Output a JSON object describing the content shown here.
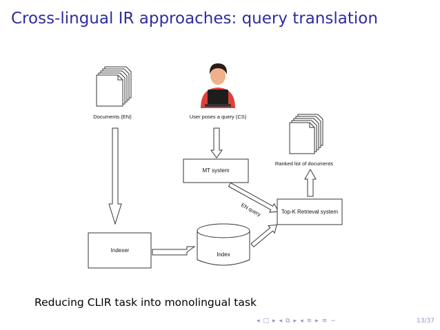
{
  "slide": {
    "title": "Cross-lingual IR approaches: query translation",
    "caption": "Reducing CLIR task into monolingual task",
    "page": "13/37"
  },
  "diagram": {
    "documents_label": "Documents (EN)",
    "user_label": "User poses a query (CS)",
    "ranked_label": "Ranked list of documents",
    "mt_label": "MT system",
    "indexer_label": "Indexer",
    "index_label": "Index",
    "retrieval_label": "Top-K Retrieval system",
    "en_query_label": "EN query"
  },
  "nav_icons": [
    "frame-prev-icon",
    "frame-next-icon",
    "subsection-prev-icon",
    "subsection-next-icon",
    "section-prev-icon",
    "section-next-icon",
    "align-icon",
    "search-icon"
  ]
}
